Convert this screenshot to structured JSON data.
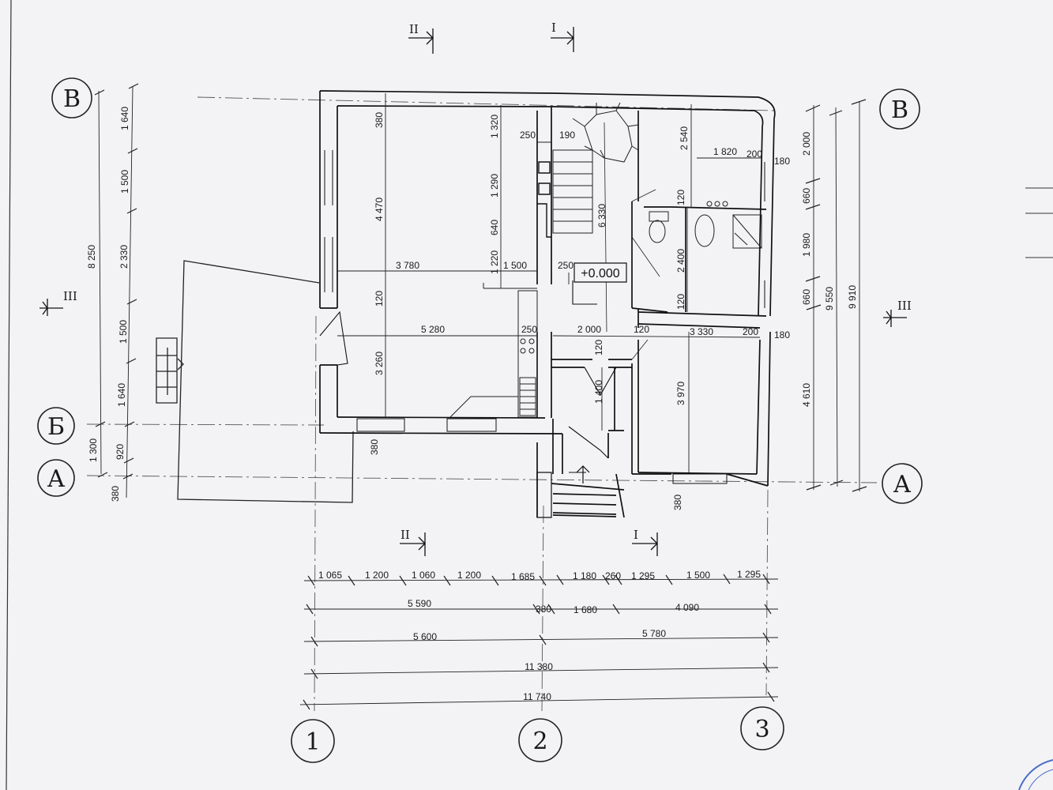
{
  "axes": {
    "rows": [
      {
        "label": "В"
      },
      {
        "label": "Б"
      },
      {
        "label": "А"
      }
    ],
    "right_rows": [
      {
        "label": "В"
      },
      {
        "label": "А"
      }
    ],
    "columns": [
      {
        "label": "1"
      },
      {
        "label": "2"
      },
      {
        "label": "3"
      }
    ]
  },
  "sections": {
    "top_II": "II",
    "top_I": "I",
    "bottom_II": "II",
    "bottom_I": "I",
    "left_III": "III",
    "right_III": "III"
  },
  "level_mark": "+0.000",
  "dims_bottom": {
    "row1": [
      "1 065",
      "1 200",
      "1 060",
      "1 200",
      "1 685",
      "1 180",
      "260",
      "1 295",
      "1 500",
      "1 295"
    ],
    "row2": [
      "5 590",
      "380",
      "1 680",
      "4 090"
    ],
    "row3": [
      "5 600",
      "5 780"
    ],
    "row4": "11 380",
    "row5": "11 740"
  },
  "dims_left": {
    "outer": "8 250",
    "inner": [
      "1 640",
      "1 500",
      "2 330",
      "1 500",
      "1 640",
      "1 300",
      "920",
      "380"
    ]
  },
  "dims_right": {
    "inner": [
      "2 000",
      "660",
      "1 980",
      "660",
      "4 610"
    ],
    "mid": "9 550",
    "outer": "9 910"
  },
  "dims_interior": {
    "d380_top": "380",
    "d4470": "4 470",
    "d1320": "1 320",
    "d1290": "1 290",
    "d640": "640",
    "d1220": "1 220",
    "d3780": "3 780",
    "d1500": "1 500",
    "d250a": "250",
    "d250b": "250",
    "d190": "190",
    "d120a": "120",
    "d5280": "5 280",
    "d3260": "3 260",
    "d380_bot": "380",
    "d250c": "250",
    "d2000": "2 000",
    "d120b": "120",
    "d120c": "120",
    "d1400": "1 400",
    "d6330": "6 330",
    "d2540": "2 540",
    "d1820": "1 820",
    "d200a": "200",
    "d180a": "180",
    "d120d": "120",
    "d2400": "2 400",
    "d120e": "120",
    "d3330": "3 330",
    "d200b": "200",
    "d180b": "180",
    "d3970": "3 970",
    "d380_right": "380"
  }
}
